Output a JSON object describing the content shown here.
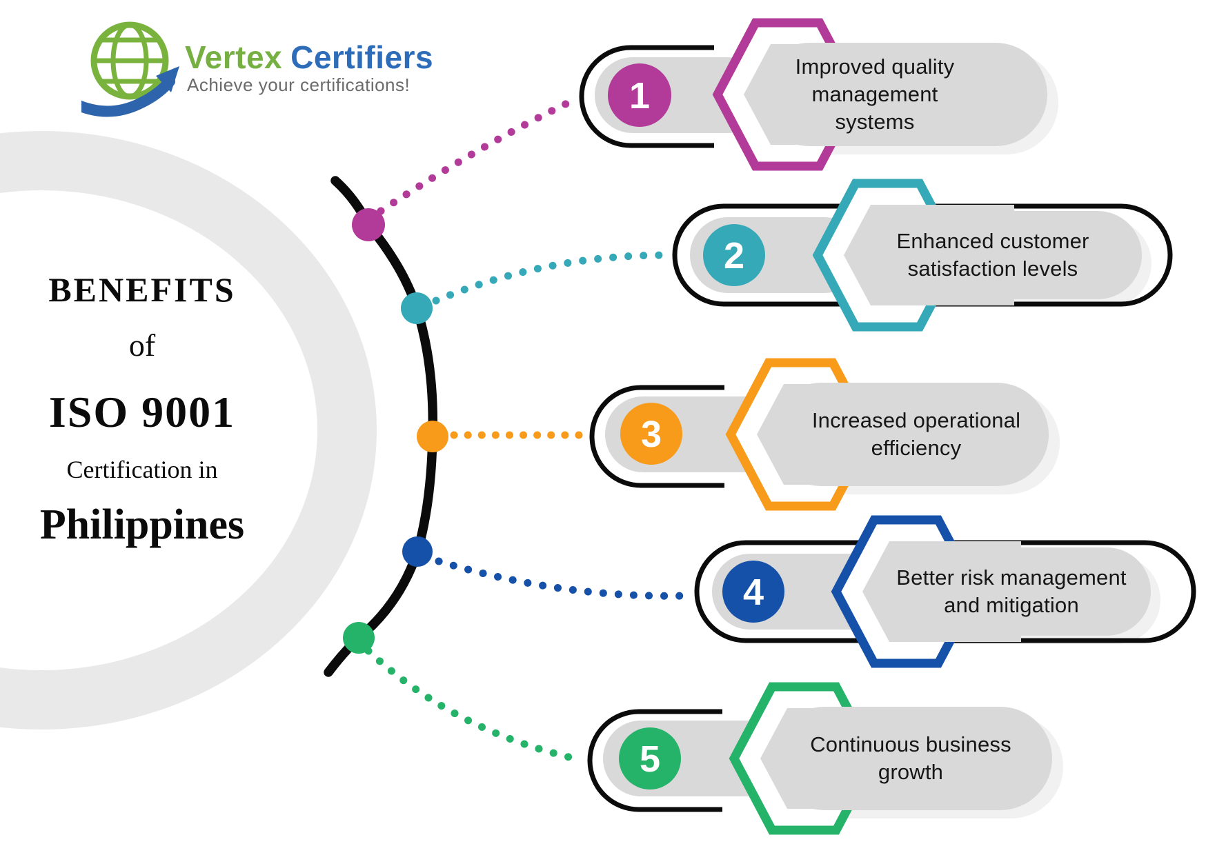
{
  "logo": {
    "brand_part1": "Vertex",
    "brand_part2": "Certifiers",
    "tagline": "Achieve your certifications!"
  },
  "title": {
    "line1": "BENEFITS",
    "line2": "of",
    "line3": "ISO 9001",
    "line4": "Certification in",
    "line5": "Philippines"
  },
  "items": [
    {
      "number": "1",
      "accent": "#b23a98",
      "lines": [
        "Improved quality",
        "management",
        "systems"
      ]
    },
    {
      "number": "2",
      "accent": "#35a9b7",
      "lines": [
        "Enhanced customer",
        "satisfaction levels"
      ]
    },
    {
      "number": "3",
      "accent": "#f89b1b",
      "lines": [
        "Increased operational",
        "efficiency"
      ]
    },
    {
      "number": "4",
      "accent": "#1551a8",
      "lines": [
        "Better risk management",
        "and mitigation"
      ]
    },
    {
      "number": "5",
      "accent": "#24b368",
      "lines": [
        "Continuous business",
        "growth"
      ]
    }
  ],
  "colors": {
    "pill_gray": "#d9d9d9",
    "shadow_gray": "#f1f1f1",
    "ring_gray": "#e9e9e9",
    "outline_black": "#0b0b0b",
    "brand_green": "#76b043",
    "brand_blue": "#2d6cb9",
    "tagline_gray": "#6b6b6b",
    "text_dark": "#161616"
  }
}
